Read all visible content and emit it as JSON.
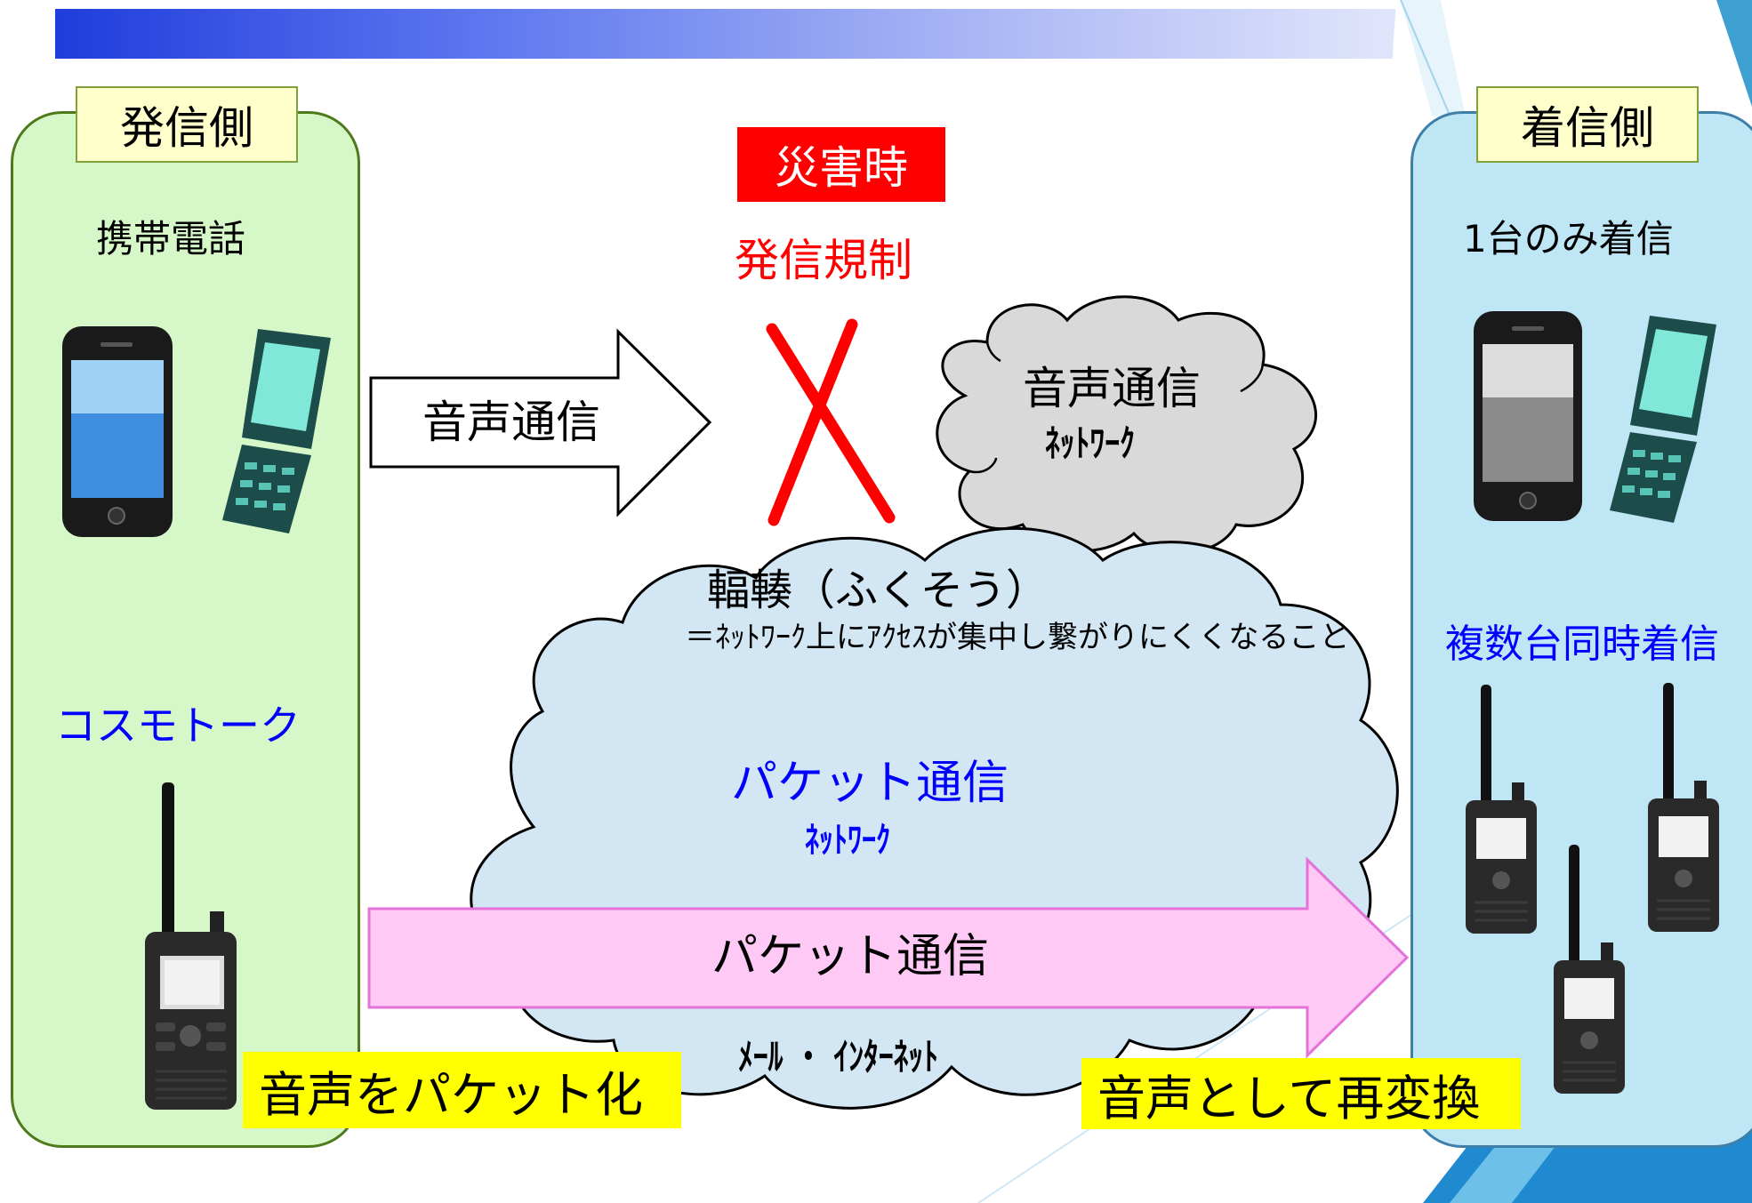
{
  "left_panel": {
    "title": "発信側",
    "phone_label": "携帯電話",
    "radio_label": "コスモトーク",
    "badge": "音声をパケット化"
  },
  "right_panel": {
    "title": "着信側",
    "phone_label": "1台のみ着信",
    "radio_label": "複数台同時着信",
    "badge": "音声として再変換"
  },
  "center": {
    "disaster": "災害時",
    "restriction": "発信規制",
    "voice_arrow": "音声通信",
    "voice_cloud_title": "音声通信",
    "voice_cloud_sub": "ﾈｯﾄﾜｰｸ",
    "congestion_title": "輻輳（ふくそう）",
    "congestion_def": "＝ﾈｯﾄﾜｰｸ上にｱｸｾｽが集中し繋がりにくくなること",
    "packet_cloud_title": "パケット通信",
    "packet_cloud_sub": "ﾈｯﾄﾜｰｸ",
    "packet_arrow": "パケット通信",
    "packet_cloud_bottom": "ﾒｰﾙ ・ ｲﾝﾀｰﾈｯﾄ"
  },
  "colors": {
    "red": "#ff0000",
    "blue_text": "#0000ff",
    "left_panel_fill": "#d6f7c8",
    "right_panel_fill": "#bfe6f5",
    "voice_cloud": "#d9d9d9",
    "packet_cloud": "#d2e6f4",
    "packet_arrow": "#ffc9f5"
  }
}
